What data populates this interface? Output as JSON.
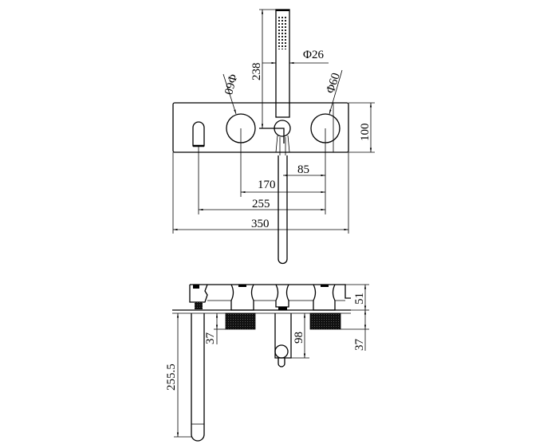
{
  "drawing": {
    "title": "Wall mounted bath mixer with hand shower - technical drawing",
    "front_view": {
      "dimensions": {
        "handshower_length": "238",
        "handshower_diameter": "Φ26",
        "left_handle_diameter": "Φ60",
        "right_handle_diameter": "Φ60",
        "plate_height": "100",
        "center_to_right_handle": "85",
        "left_to_right_handle": "170",
        "spout_to_right_handle": "255",
        "plate_width": "350"
      }
    },
    "side_view": {
      "dimensions": {
        "body_depth": "51",
        "spout_drop": "255.5",
        "left_thread_depth": "37",
        "right_thread_depth": "37",
        "holder_projection": "98"
      }
    }
  }
}
